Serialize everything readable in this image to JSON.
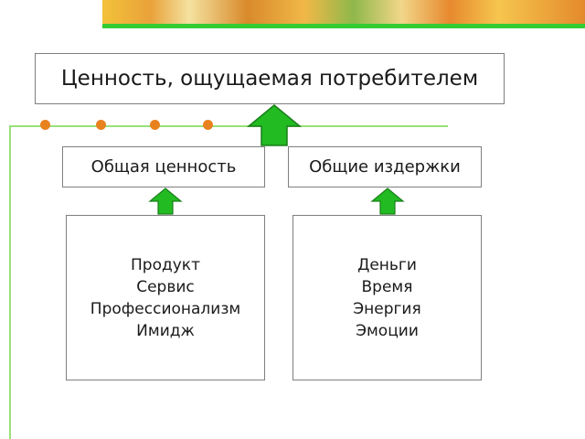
{
  "title": "Ценность, ощущаемая потребителем",
  "left": {
    "header": "Общая ценность",
    "items": [
      "Продукт",
      "Сервис",
      "Профессионализм",
      "Имидж"
    ]
  },
  "right": {
    "header": "Общие издержки",
    "items": [
      "Деньги",
      "Время",
      "Энергия",
      "Эмоции"
    ]
  },
  "colors": {
    "arrow_fill": "#22bb22",
    "arrow_stroke": "#1a7f1a",
    "dot": "#e8821e",
    "accent_line": "#99e07a",
    "banner_line": "#33cc33"
  }
}
